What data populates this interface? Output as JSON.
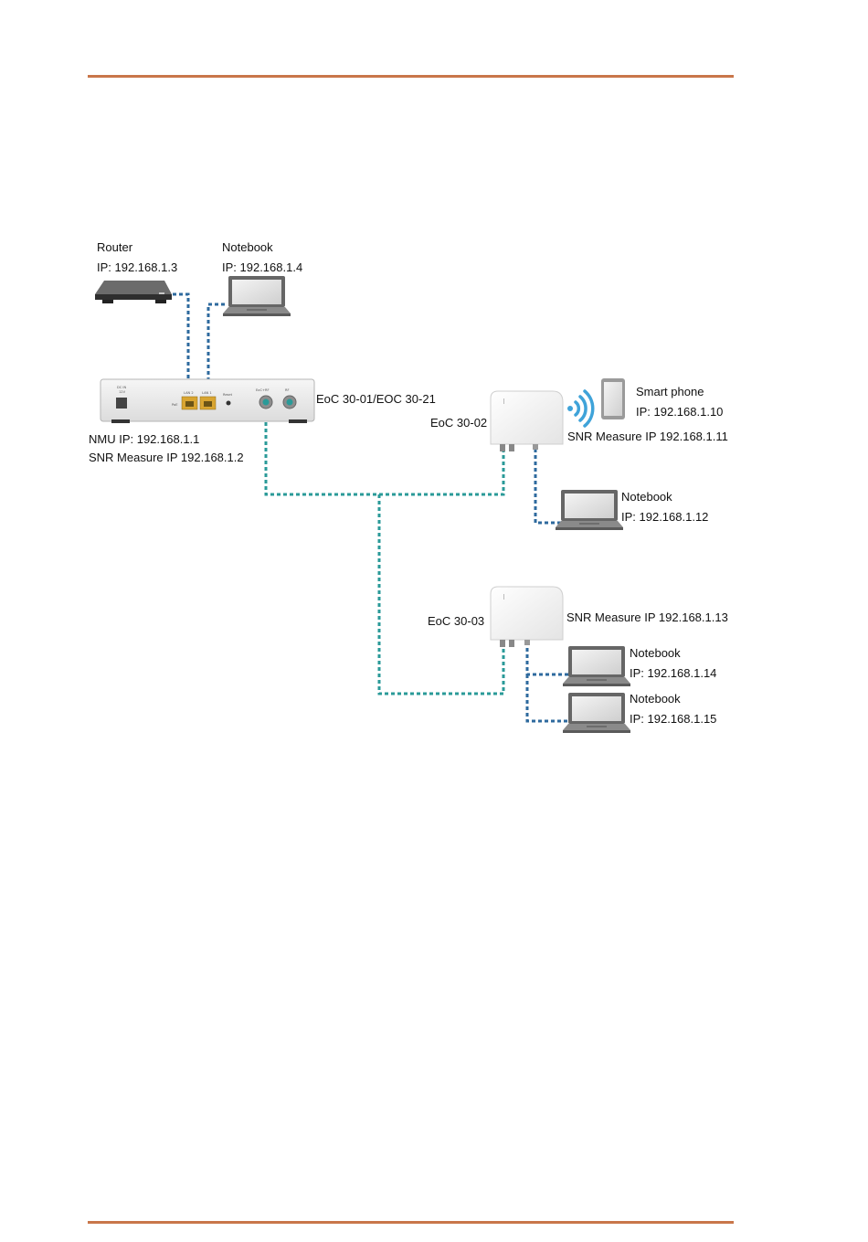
{
  "colors": {
    "rule": "#C9764A",
    "ethernet": "#2E6A9E",
    "coax": "#2A9A98",
    "wifi": "#3FA3D9",
    "port": "#D9A531"
  },
  "router": {
    "name": "Router",
    "ip": "IP: 192.168.1.3",
    "icon": "router-icon"
  },
  "notebook_top": {
    "name": "Notebook",
    "ip": "IP: 192.168.1.4",
    "icon": "laptop-icon"
  },
  "master": {
    "name": "EoC 30-01/EOC 30-21",
    "nmu_ip": "NMU IP: 192.168.1.1",
    "snr_ip": "SNR Measure IP 192.168.1.2",
    "panel": {
      "dc": "DC IN",
      "volt": "12V",
      "poe": "PoE",
      "lan2": "LAN 2",
      "lan1": "LAN 1",
      "reset": "Reset",
      "eoc": "EoC+RF",
      "rf": "RF"
    }
  },
  "slave1": {
    "name": "EoC 30-02",
    "snr_ip": "SNR Measure IP 192.168.1.11"
  },
  "smartphone": {
    "name": "Smart phone",
    "ip": "IP: 192.168.1.10",
    "icon": "smartphone-icon"
  },
  "notebook_1": {
    "name": "Notebook",
    "ip": "IP: 192.168.1.12"
  },
  "slave2": {
    "name": "EoC 30-03",
    "snr_ip": "SNR Measure IP 192.168.1.13"
  },
  "notebook_2": {
    "name": "Notebook",
    "ip": "IP: 192.168.1.14"
  },
  "notebook_3": {
    "name": "Notebook",
    "ip": "IP: 192.168.1.15"
  }
}
